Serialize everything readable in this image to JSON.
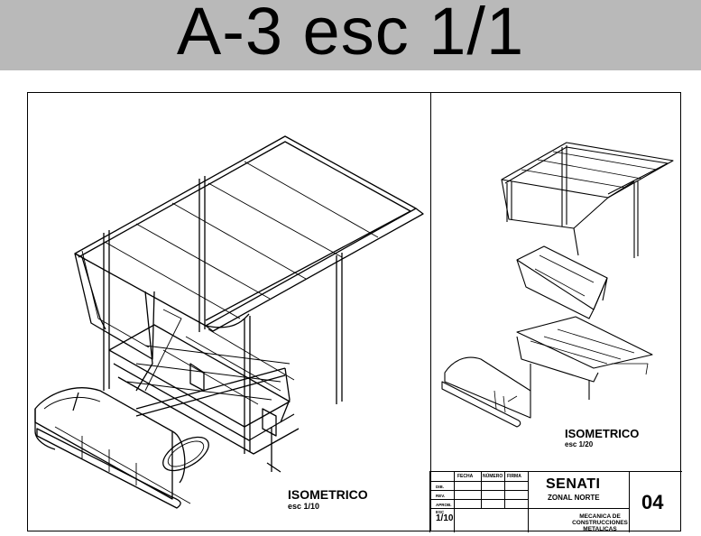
{
  "banner": {
    "title": "A-3 esc 1/1"
  },
  "left_view": {
    "label": "ISOMETRICO",
    "scale": "esc 1/10"
  },
  "right_view": {
    "label": "ISOMETRICO",
    "scale": "esc 1/20"
  },
  "title_block": {
    "headers": [
      "FECHA",
      "NÚMERO",
      "FIRMA"
    ],
    "rows": [
      "DIB.",
      "REV.",
      "APROB.",
      "ESC"
    ],
    "scale": "1/10",
    "company": "SENATI",
    "zone": "ZONAL NORTE",
    "department": "MECANICA DE CONSTRUCCIONES METALICAS",
    "sheet_number": "04"
  }
}
